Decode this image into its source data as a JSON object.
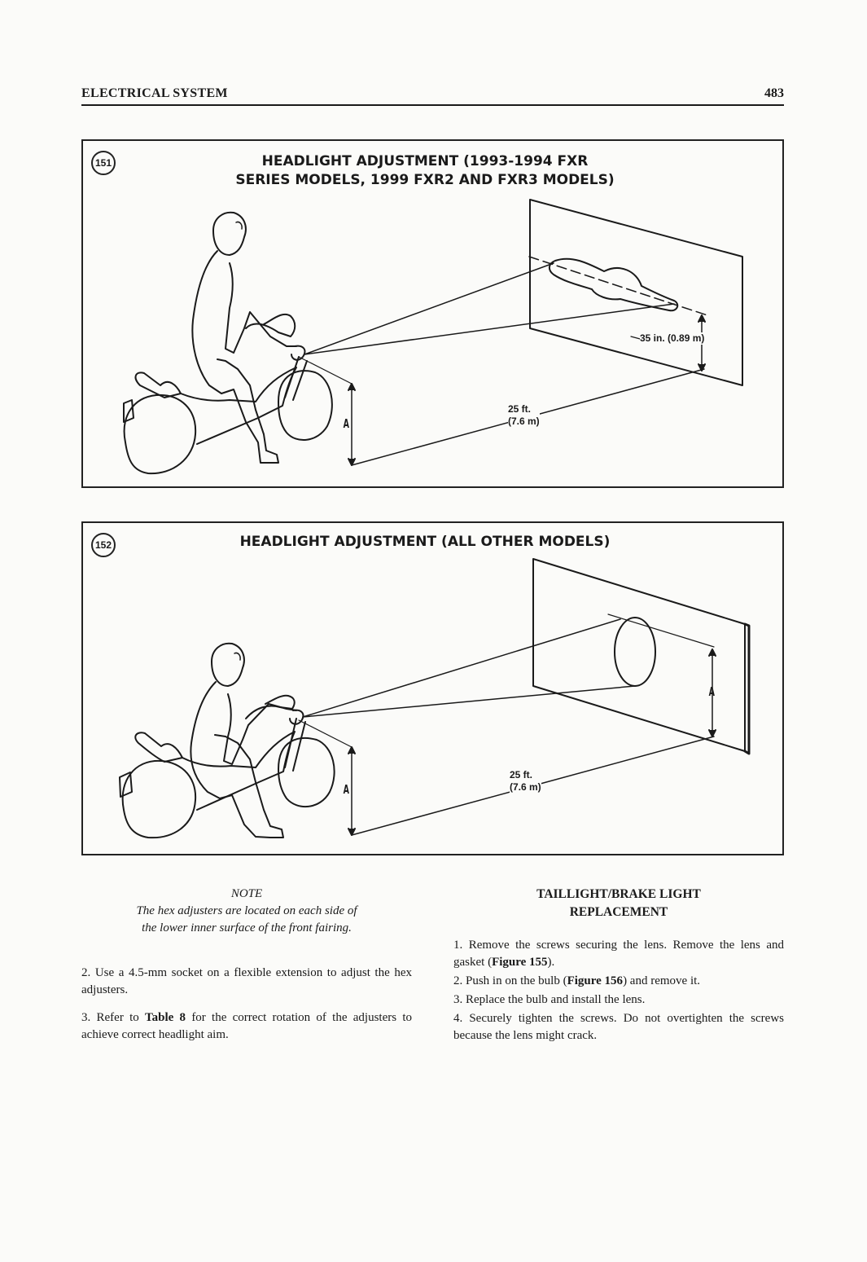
{
  "header": {
    "section": "ELECTRICAL SYSTEM",
    "page_number": "483"
  },
  "figure151": {
    "number": "151",
    "title_line1": "HEADLIGHT ADJUSTMENT (1993-1994 FXR",
    "title_line2": "SERIES MODELS, 1999 FXR2 AND FXR3 MODELS)",
    "dim_height": "35 in. (0.89 m)",
    "dim_dist_1": "25 ft.",
    "dim_dist_2": "(7.6 m)",
    "dim_a": "A"
  },
  "figure152": {
    "number": "152",
    "title": "HEADLIGHT ADJUSTMENT (ALL OTHER MODELS)",
    "dim_dist_1": "25 ft.",
    "dim_dist_2": "(7.6 m)",
    "dim_a_bike": "A",
    "dim_a_wall": "A"
  },
  "left_column": {
    "note_heading": "NOTE",
    "note_line1": "The hex adjusters are located on each side of",
    "note_line2": "the lower inner surface of the front fairing.",
    "step2": "2. Use a 4.5-mm socket on a flexible extension to adjust the hex adjusters.",
    "step3_pre": "3. Refer to ",
    "step3_bold": "Table 8",
    "step3_post": " for the correct rotation of the adjusters to achieve correct headlight aim."
  },
  "right_column": {
    "title_line1": "TAILLIGHT/BRAKE LIGHT",
    "title_line2": "REPLACEMENT",
    "step1_pre": "1. Remove the screws securing the lens. Remove the lens and gasket (",
    "step1_bold": "Figure 155",
    "step1_post": ").",
    "step2_pre": "2. Push in on the bulb (",
    "step2_bold": "Figure 156",
    "step2_post": ") and remove it.",
    "step3": "3. Replace the bulb and install the lens.",
    "step4": "4. Securely tighten the screws. Do not overtighten the screws because the lens might crack."
  }
}
